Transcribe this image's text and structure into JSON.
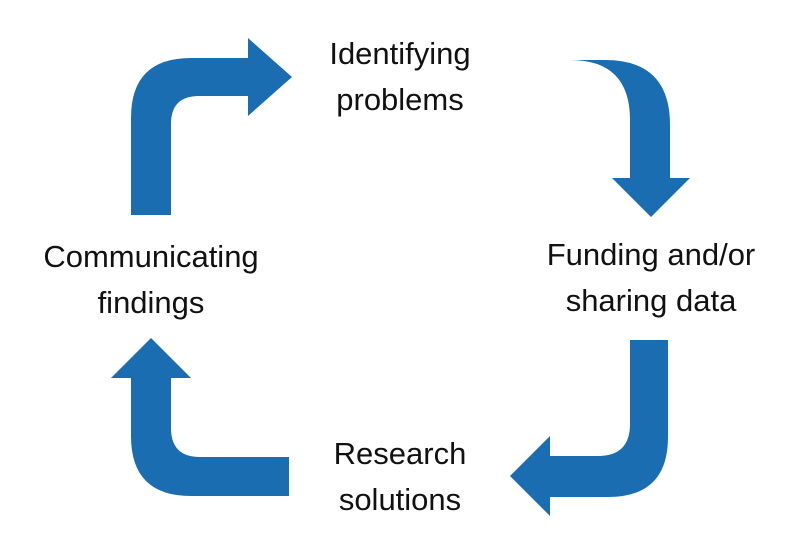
{
  "diagram": {
    "type": "cycle",
    "arrow_color": "#1b6db1",
    "nodes": [
      {
        "id": "identifying-problems",
        "lines": [
          "Identifying",
          "problems"
        ]
      },
      {
        "id": "funding-sharing-data",
        "lines": [
          "Funding and/or",
          "sharing data"
        ]
      },
      {
        "id": "research-solutions",
        "lines": [
          "Research",
          "solutions"
        ]
      },
      {
        "id": "communicating-findings",
        "lines": [
          "Communicating",
          "findings"
        ]
      }
    ],
    "edges": [
      {
        "from": "identifying-problems",
        "to": "funding-sharing-data"
      },
      {
        "from": "funding-sharing-data",
        "to": "research-solutions"
      },
      {
        "from": "research-solutions",
        "to": "communicating-findings"
      },
      {
        "from": "communicating-findings",
        "to": "identifying-problems"
      }
    ]
  }
}
